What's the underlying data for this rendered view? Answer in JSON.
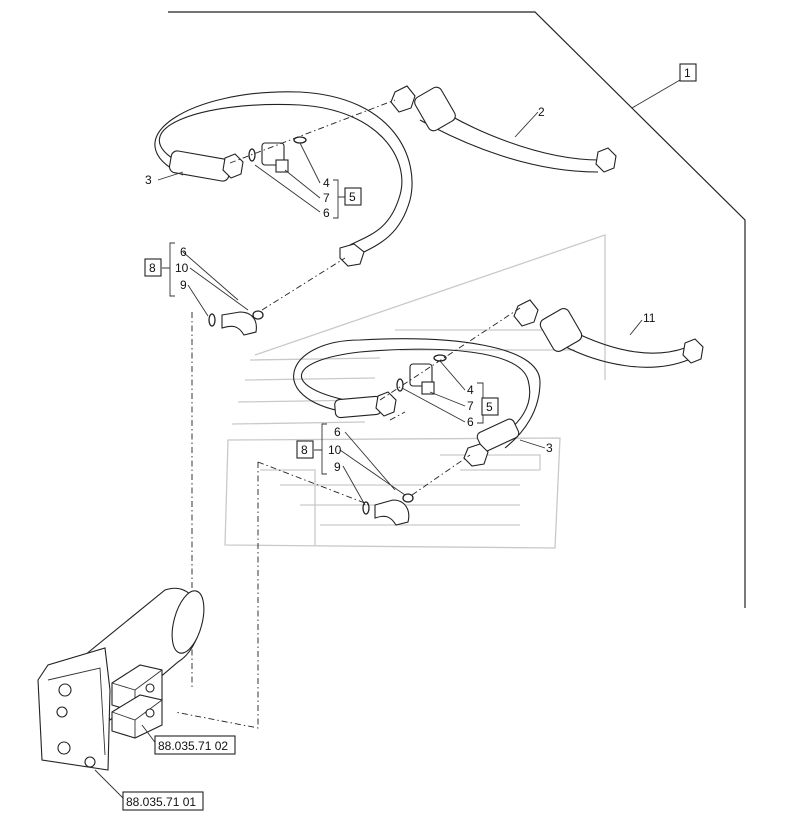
{
  "callouts": {
    "group_1": "1",
    "hose_2": "2",
    "hose_3_upper": "3",
    "hose_3_lower": "3",
    "hose_11": "11",
    "upper_fitting": {
      "p4": "4",
      "p7": "7",
      "p6": "6",
      "box": "5"
    },
    "upper_elbow": {
      "p6": "6",
      "p10": "10",
      "p9": "9",
      "box": "8"
    },
    "lower_fitting": {
      "p4": "4",
      "p7": "7",
      "p6": "6",
      "box": "5"
    },
    "lower_elbow": {
      "p6": "6",
      "p10": "10",
      "p9": "9",
      "box": "8"
    },
    "ref_upper": "88.035.71 02",
    "ref_lower": "88.035.71 01"
  }
}
